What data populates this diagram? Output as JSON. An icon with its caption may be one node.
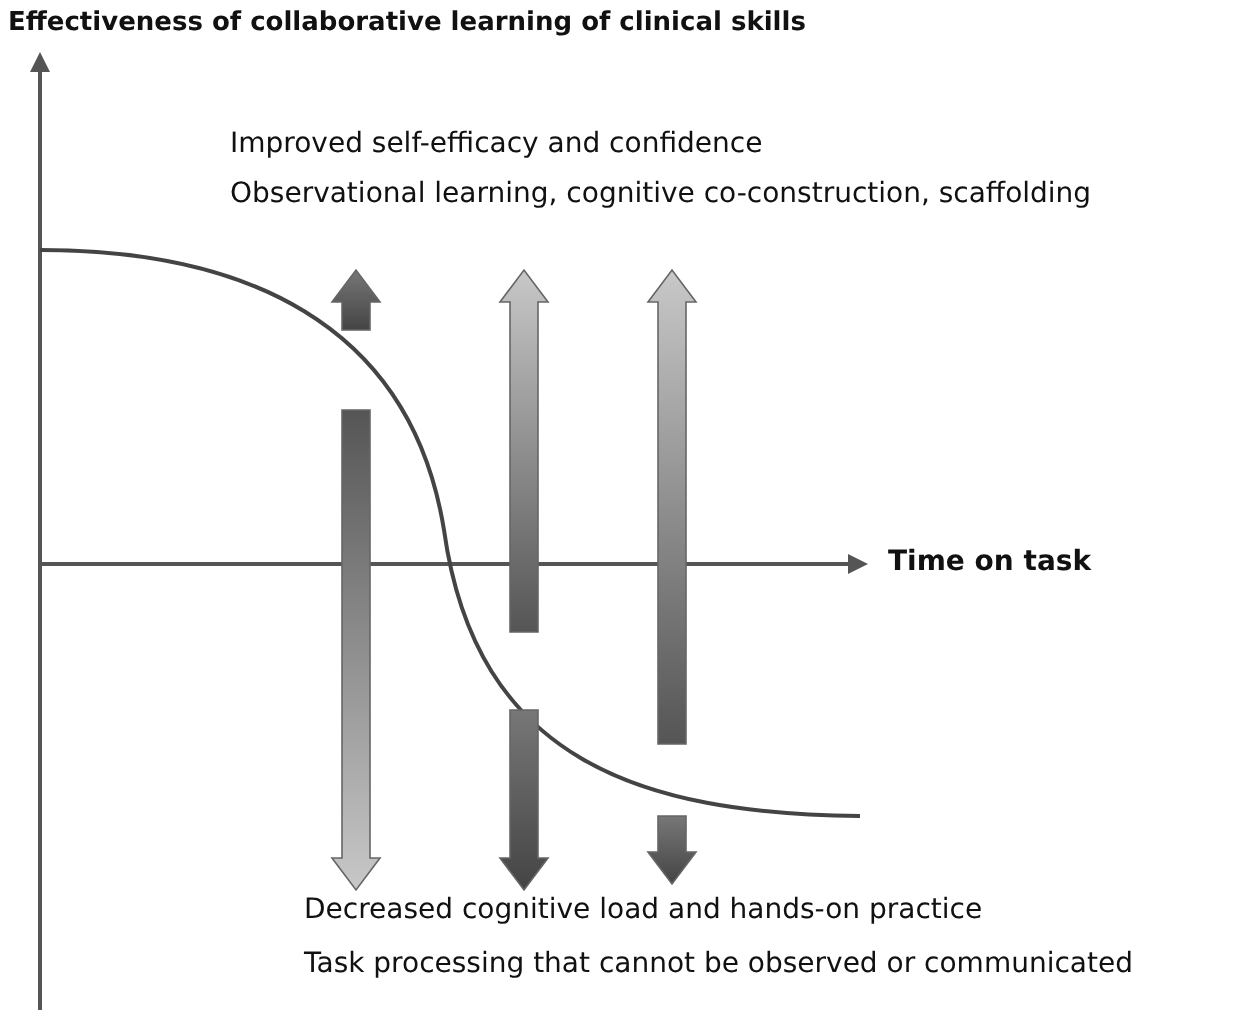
{
  "diagram": {
    "labels": [
      "Effectiveness of collaborative learning of clinical skills",
      "Improved self-efficacy and confidence",
      "Observational learning, cognitive co-construction, scaffolding",
      "Time on task",
      "Decreased cognitive load and hands-on practice",
      "Task processing that cannot be observed or communicated"
    ]
  }
}
